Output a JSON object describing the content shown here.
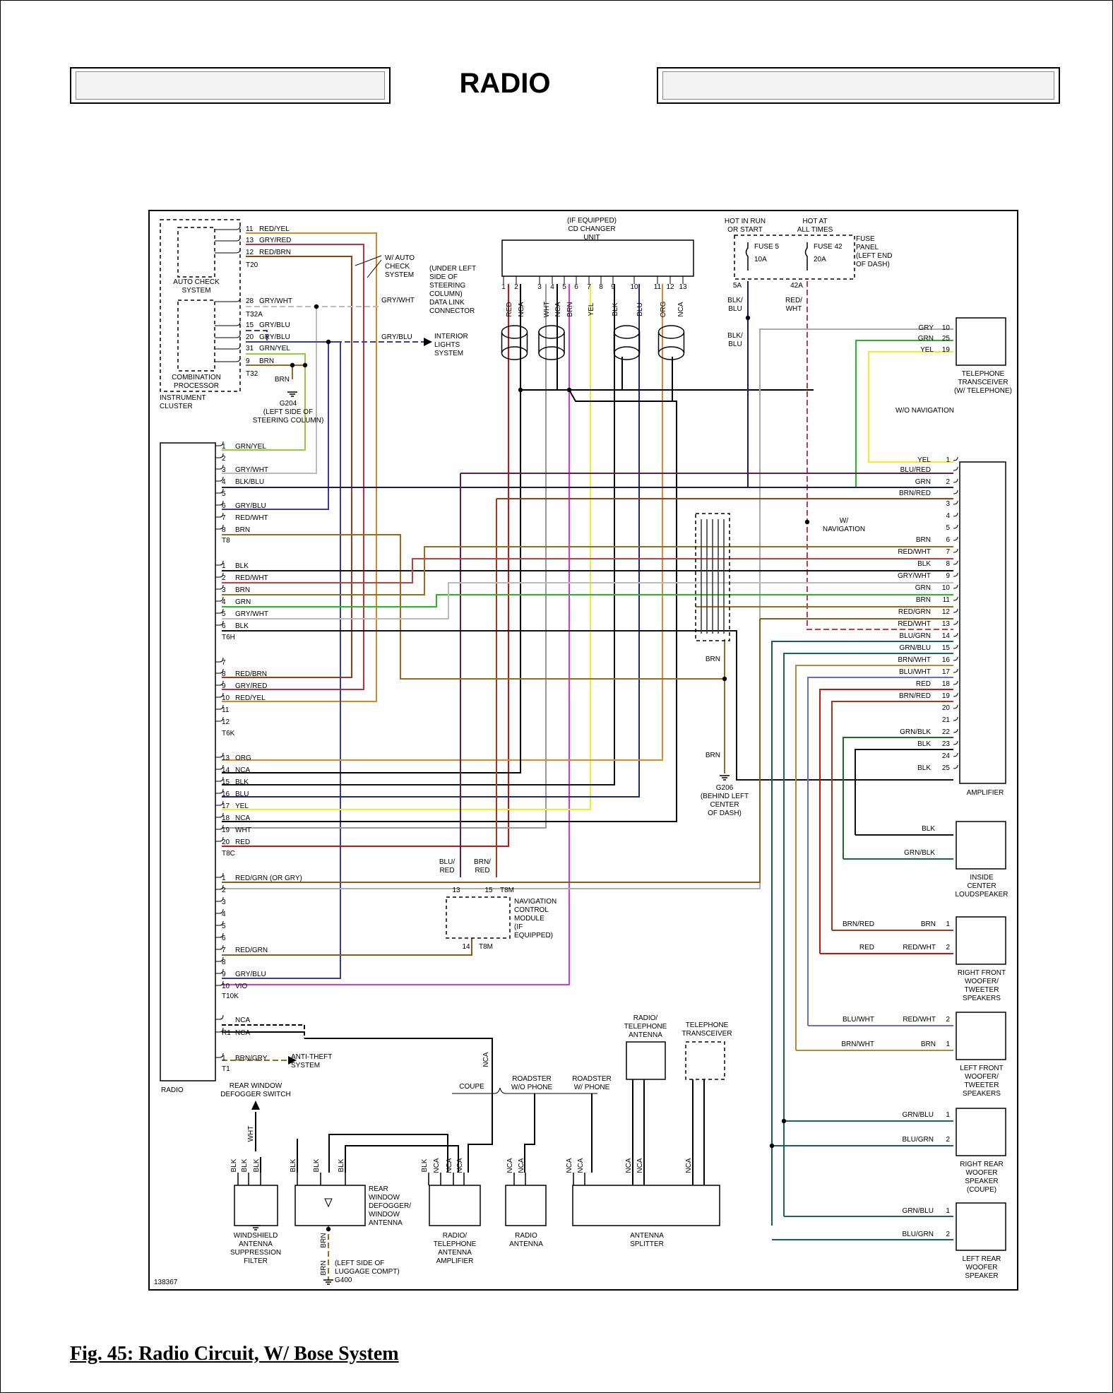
{
  "page_title": "RADIO",
  "figure_caption": "Fig. 45: Radio Circuit, W/ Bose System",
  "diagram_id": "138367",
  "colors": {
    "red_yel": "#d58a1e",
    "gry_red": "#c0303a",
    "red_brn": "#9b3a1a",
    "gry_wht": "#bbbbbb",
    "gry_blu": "#3a3aa0",
    "grn_yel": "#8cd03a",
    "brn": "#9a6a20",
    "blu_red": "#6a1a4a",
    "blk_blu": "#1a1a60",
    "red_wht": "#c04040",
    "blk": "#111111",
    "grn": "#22bb22",
    "org": "#e08a2a",
    "blu": "#1a2a8a",
    "yel": "#eeee22",
    "wht": "#999999",
    "red": "#cc1111",
    "red_grn": "#8a5a1a",
    "vio": "#dd33dd",
    "grn_blu": "#1a6a4a",
    "gry": "#aaaaaa",
    "blu_grn": "#1a5a6a",
    "grn_blk": "#1a6a2a",
    "brn_red": "#a03a1a",
    "brn_wht": "#b08a40",
    "blu_wht": "#6a6ad0"
  },
  "labels": {
    "radio": "RADIO",
    "amplifier": "AMPLIFIER",
    "instrument_cluster": "INSTRUMENT\nCLUSTER",
    "auto_check_system": "AUTO CHECK\nSYSTEM",
    "combination_processor": "COMBINATION\nPROCESSOR",
    "cd_changer": "(IF EQUIPPED)\nCD CHANGER\nUNIT",
    "hot_in_run": "HOT IN RUN\nOR START",
    "hot_at_all": "HOT AT\nALL TIMES",
    "fuse5": "FUSE 5",
    "fuse5_amp": "10A",
    "fuse42": "FUSE 42",
    "fuse42_amp": "20A",
    "fuse_panel": "FUSE\nPANEL\n(LEFT END\nOF DASH)",
    "w_auto_check": "W/ AUTO\nCHECK\nSYSTEM",
    "data_link": "(UNDER LEFT\nSIDE OF\nSTEERING\nCOLUMN)\nDATA LINK\nCONNECTOR",
    "interior_lights": "INTERIOR\nLIGHTS\nSYSTEM",
    "g204": "G204\n(LEFT SIDE OF\nSTEERING COLUMN)",
    "telephone_transceiver": "TELEPHONE\nTRANSCEIVER\n(W/ TELEPHONE)",
    "wo_navigation": "W/O NAVIGATION",
    "w_navigation": "W/\nNAVIGATION",
    "g206": "G206\n(BEHIND LEFT\nCENTER\nOF DASH)",
    "nav_module": "NAVIGATION\nCONTROL\nMODULE\n(IF\nEQUIPPED)",
    "inside_center": "INSIDE\nCENTER\nLOUDSPEAKER",
    "right_front": "RIGHT FRONT\nWOOFER/\nTWEETER\nSPEAKERS",
    "left_front": "LEFT FRONT\nWOOFER/\nTWEETER\nSPEAKERS",
    "right_rear": "RIGHT REAR\nWOOFER\nSPEAKER\n(COUPE)",
    "left_rear": "LEFT REAR\nWOOFER\nSPEAKER",
    "anti_theft": "ANTI-THEFT\nSYSTEM",
    "rear_defogger_switch": "REAR WINDOW\nDEFOGGER SWITCH",
    "windshield_filter": "WINDSHIELD\nANTENNA\nSUPPRESSION\nFILTER",
    "rear_window_defogger": "REAR\nWINDOW\nDEFOGGER/\nWINDOW\nANTENNA",
    "radio_tel_amp": "RADIO/\nTELEPHONE\nANTENNA\nAMPLIFIER",
    "radio_antenna": "RADIO\nANTENNA",
    "antenna_splitter": "ANTENNA\nSPLITTER",
    "radio_tel_antenna": "RADIO/\nTELEPHONE\nANTENNA",
    "telephone_transceiver2": "TELEPHONE\nTRANSCEIVER",
    "coupe": "COUPE",
    "roadster_wo_phone": "ROADSTER\nW/O PHONE",
    "roadster_w_phone": "ROADSTER\nW/ PHONE",
    "g400": "(LEFT SIDE OF\nLUGGAGE COMPT)\nG400",
    "conn_t20": "T20",
    "conn_t32a": "T32A",
    "conn_t32": "T32",
    "conn_t8": "T8",
    "conn_t6h": "T6H",
    "conn_t6k": "T6K",
    "conn_t8c": "T8C",
    "conn_t10k": "T10K",
    "conn_t1": "T1",
    "conn_t8m": "T8M",
    "conn_r1": "R1",
    "conn_5a": "5A",
    "conn_42a": "42A",
    "blk_blu_lbl": "BLK/\nBLU",
    "red_wht_lbl": "RED/\nWHT",
    "gry_wht_lbl": "GRY/WHT",
    "gry_blu_lbl": "GRY/BLU",
    "brn_g204": "BRN",
    "brn_g206a": "BRN",
    "brn_g206b": "BRN",
    "blu_red_nav": "BLU/\nRED",
    "brn_red_nav": "BRN/\nRED",
    "wht_switch": "WHT",
    "brn_g400a": "BRN",
    "brn_g400b": "BRN",
    "nca_vert": "NCA"
  },
  "cluster_pins": [
    {
      "pin": "11",
      "wire": "RED/YEL"
    },
    {
      "pin": "13",
      "wire": "GRY/RED"
    },
    {
      "pin": "12",
      "wire": "RED/BRN"
    },
    {
      "pin": "28",
      "wire": "GRY/WHT"
    },
    {
      "pin": "15",
      "wire": "GRY/BLU"
    },
    {
      "pin": "20",
      "wire": "GRY/BLU"
    },
    {
      "pin": "31",
      "wire": "GRN/YEL"
    },
    {
      "pin": "9",
      "wire": "BRN"
    }
  ],
  "radio_pins": [
    {
      "pin": "1",
      "wire": "GRN/YEL"
    },
    {
      "pin": "2",
      "wire": ""
    },
    {
      "pin": "3",
      "wire": "GRY/WHT"
    },
    {
      "pin": "4",
      "wire": "BLK/BLU"
    },
    {
      "pin": "5",
      "wire": ""
    },
    {
      "pin": "6",
      "wire": "GRY/BLU"
    },
    {
      "pin": "7",
      "wire": "RED/WHT"
    },
    {
      "pin": "8",
      "wire": "BRN"
    },
    {
      "pin": "1",
      "wire": "BLK"
    },
    {
      "pin": "2",
      "wire": "RED/WHT"
    },
    {
      "pin": "3",
      "wire": "BRN"
    },
    {
      "pin": "4",
      "wire": "GRN"
    },
    {
      "pin": "5",
      "wire": "GRY/WHT"
    },
    {
      "pin": "6",
      "wire": "BLK"
    },
    {
      "pin": "7",
      "wire": ""
    },
    {
      "pin": "8",
      "wire": "RED/BRN"
    },
    {
      "pin": "9",
      "wire": "GRY/RED"
    },
    {
      "pin": "10",
      "wire": "RED/YEL"
    },
    {
      "pin": "11",
      "wire": ""
    },
    {
      "pin": "12",
      "wire": ""
    },
    {
      "pin": "13",
      "wire": "ORG"
    },
    {
      "pin": "14",
      "wire": "NCA"
    },
    {
      "pin": "15",
      "wire": "BLK"
    },
    {
      "pin": "16",
      "wire": "BLU"
    },
    {
      "pin": "17",
      "wire": "YEL"
    },
    {
      "pin": "18",
      "wire": "NCA"
    },
    {
      "pin": "19",
      "wire": "WHT"
    },
    {
      "pin": "20",
      "wire": "RED"
    },
    {
      "pin": "1",
      "wire": "RED/GRN (OR GRY)"
    },
    {
      "pin": "2",
      "wire": ""
    },
    {
      "pin": "3",
      "wire": ""
    },
    {
      "pin": "4",
      "wire": ""
    },
    {
      "pin": "5",
      "wire": ""
    },
    {
      "pin": "6",
      "wire": ""
    },
    {
      "pin": "7",
      "wire": "RED/GRN"
    },
    {
      "pin": "8",
      "wire": ""
    },
    {
      "pin": "9",
      "wire": "GRY/BLU"
    },
    {
      "pin": "10",
      "wire": "VIO"
    },
    {
      "pin": "",
      "wire": "NCA"
    },
    {
      "pin": "R1",
      "wire": "NCA"
    },
    {
      "pin": "1",
      "wire": "BRN/GRY"
    }
  ],
  "cd_pins": [
    "1",
    "2",
    "3",
    "4",
    "5",
    "6",
    "7",
    "8",
    "9",
    "10",
    "11",
    "12",
    "13"
  ],
  "cd_wires": [
    "RED",
    "NCA",
    "WHT",
    "NCA",
    "BRN",
    "YEL",
    "BLK",
    "BLU",
    "ORG",
    "NCA"
  ],
  "amp_pins": [
    {
      "pin": "1",
      "wire": "YEL"
    },
    {
      "pin": "",
      "wire": "BLU/RED"
    },
    {
      "pin": "2",
      "wire": "GRN"
    },
    {
      "pin": "",
      "wire": "BRN/RED"
    },
    {
      "pin": "3",
      "wire": ""
    },
    {
      "pin": "4",
      "wire": ""
    },
    {
      "pin": "5",
      "wire": ""
    },
    {
      "pin": "6",
      "wire": "BRN"
    },
    {
      "pin": "7",
      "wire": "RED/WHT"
    },
    {
      "pin": "8",
      "wire": "BLK"
    },
    {
      "pin": "9",
      "wire": "GRY/WHT"
    },
    {
      "pin": "10",
      "wire": "GRN"
    },
    {
      "pin": "11",
      "wire": "BRN"
    },
    {
      "pin": "12",
      "wire": "RED/GRN"
    },
    {
      "pin": "13",
      "wire": "RED/WHT"
    },
    {
      "pin": "14",
      "wire": "BLU/GRN"
    },
    {
      "pin": "15",
      "wire": "GRN/BLU"
    },
    {
      "pin": "16",
      "wire": "BRN/WHT"
    },
    {
      "pin": "17",
      "wire": "BLU/WHT"
    },
    {
      "pin": "18",
      "wire": "RED"
    },
    {
      "pin": "19",
      "wire": "BRN/RED"
    },
    {
      "pin": "20",
      "wire": ""
    },
    {
      "pin": "21",
      "wire": ""
    },
    {
      "pin": "22",
      "wire": "GRN/BLK"
    },
    {
      "pin": "23",
      "wire": "BLK"
    },
    {
      "pin": "24",
      "wire": ""
    },
    {
      "pin": "25",
      "wire": "BLK"
    }
  ],
  "telephone_pins": [
    {
      "pin": "10",
      "wire": "GRY"
    },
    {
      "pin": "25",
      "wire": "GRN"
    },
    {
      "pin": "19",
      "wire": "YEL"
    }
  ],
  "speaker_wires": {
    "inside_center": [
      "BLK",
      "GRN/BLK"
    ],
    "right_front": [
      {
        "pin": "1",
        "wire": "BRN",
        "src": "BRN/RED"
      },
      {
        "pin": "2",
        "wire": "RED/WHT",
        "src": "RED"
      }
    ],
    "left_front": [
      {
        "pin": "2",
        "wire": "RED/WHT",
        "src": "BLU/WHT"
      },
      {
        "pin": "1",
        "wire": "BRN",
        "src": "BRN/WHT"
      }
    ],
    "right_rear": [
      {
        "pin": "1",
        "wire": "GRN/BLU"
      },
      {
        "pin": "2",
        "wire": "BLU/GRN"
      }
    ],
    "left_rear": [
      {
        "pin": "1",
        "wire": "GRN/BLU"
      },
      {
        "pin": "2",
        "wire": "BLU/GRN"
      }
    ]
  },
  "nav_pins": [
    "13",
    "15",
    "14"
  ],
  "antenna_wires": [
    "BLK",
    "BLK",
    "BLK",
    "BLK",
    "BLK",
    "BLK",
    "BLK",
    "NCA",
    "NCA",
    "NCA",
    "NCA",
    "NCA",
    "NCA",
    "NCA",
    "NCA",
    "NCA",
    "NCA"
  ]
}
